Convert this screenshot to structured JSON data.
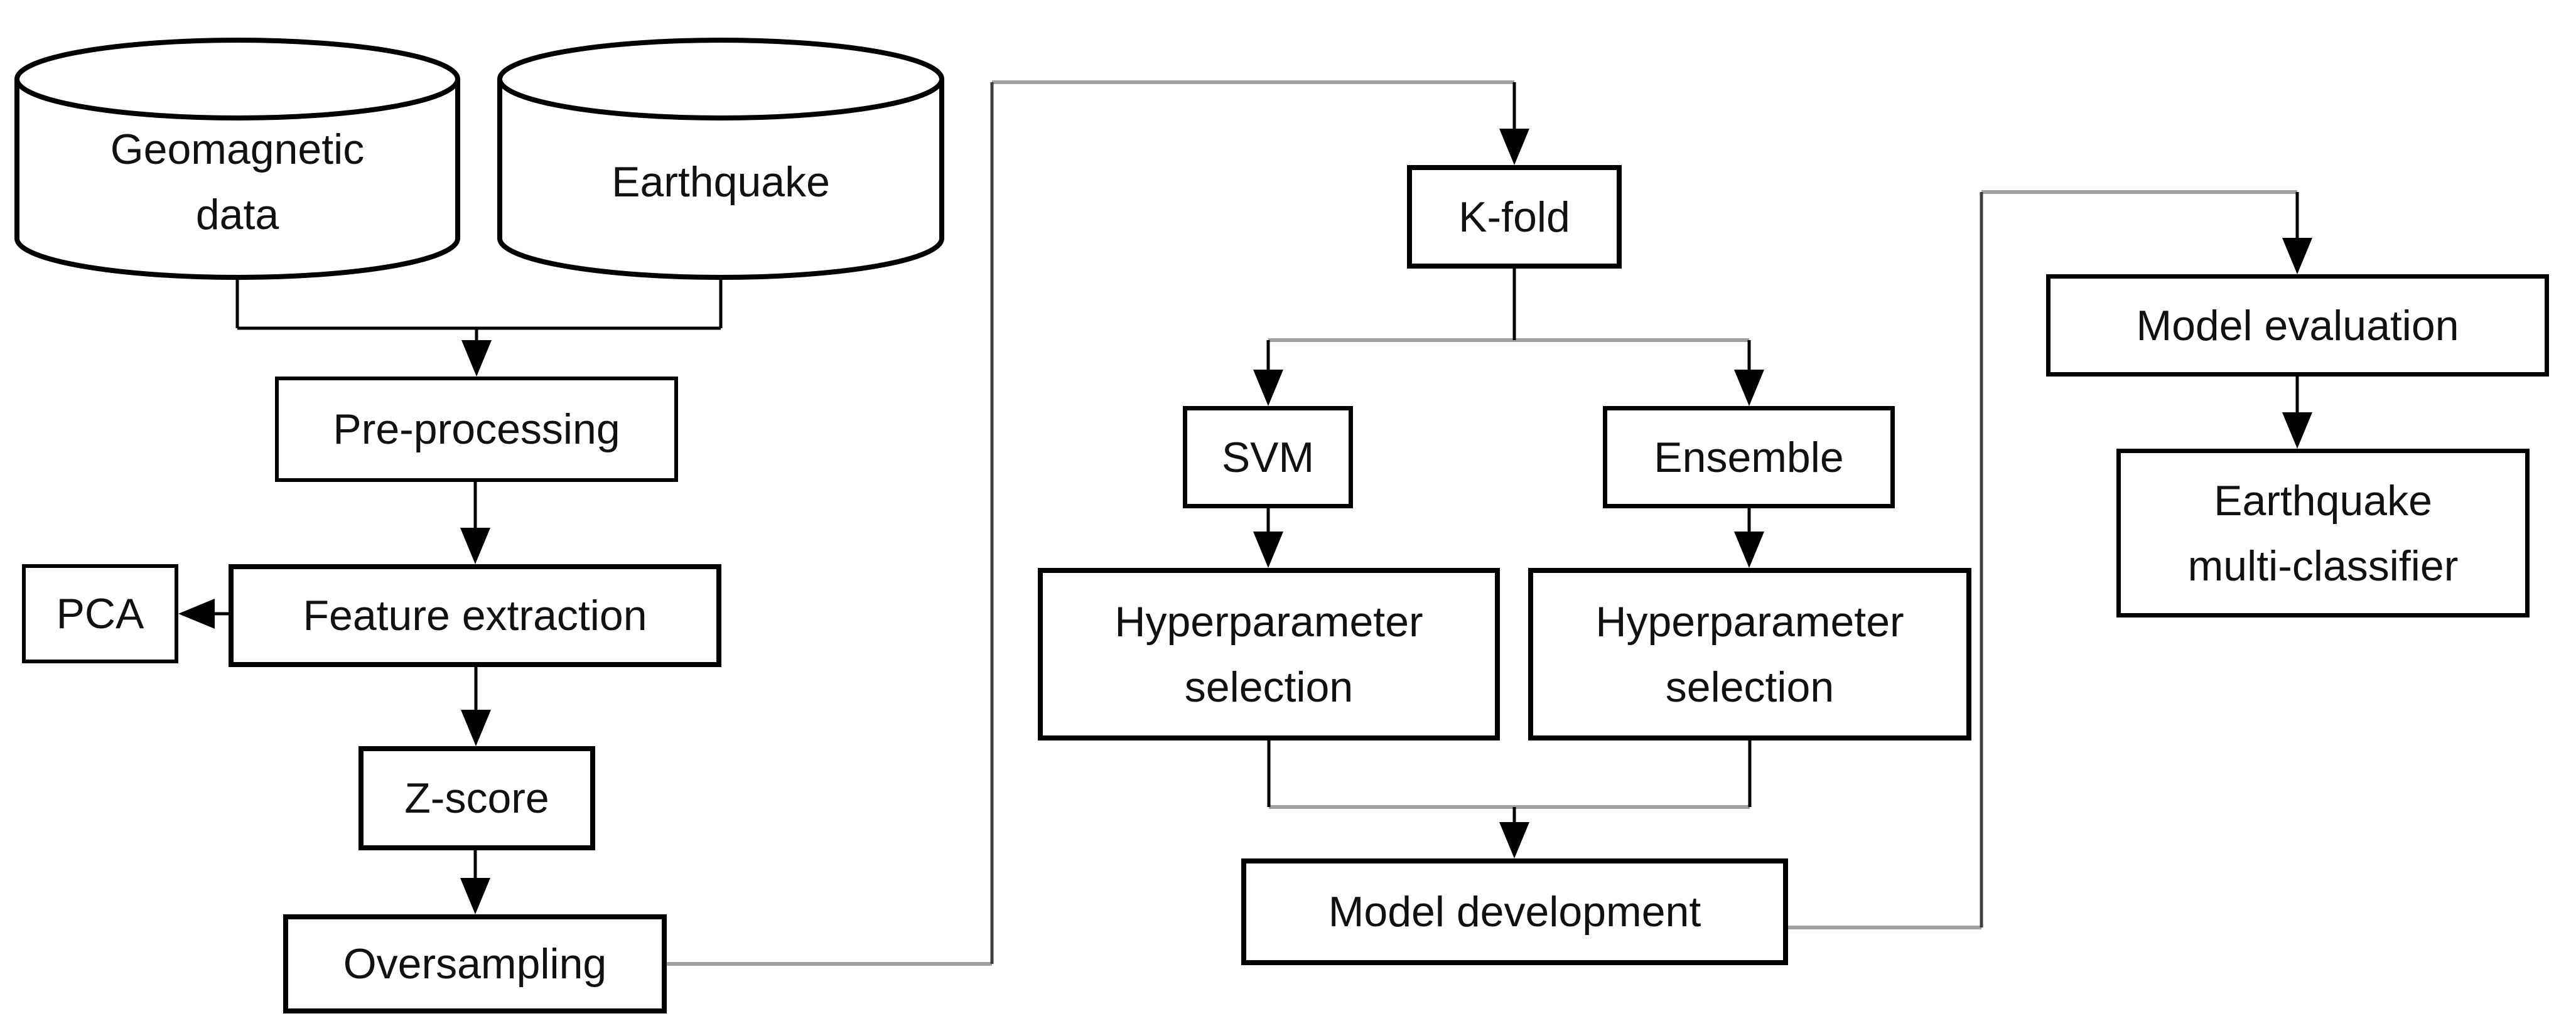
{
  "diagram": {
    "title": "Earthquake multi-classifier development flowchart",
    "nodes": {
      "geomagnetic": {
        "shape": "cylinder",
        "lines": [
          "Geomagnetic",
          "data"
        ]
      },
      "earthquake_db": {
        "shape": "cylinder",
        "label": "Earthquake"
      },
      "preprocessing": {
        "shape": "box",
        "label": "Pre-processing"
      },
      "pca": {
        "shape": "box",
        "label": "PCA"
      },
      "feature_extraction": {
        "shape": "box",
        "label": "Feature extraction"
      },
      "zscore": {
        "shape": "box",
        "label": "Z-score"
      },
      "oversampling": {
        "shape": "box",
        "label": "Oversampling"
      },
      "kfold": {
        "shape": "box",
        "label": "K-fold"
      },
      "svm": {
        "shape": "box",
        "label": "SVM"
      },
      "ensemble": {
        "shape": "box",
        "label": "Ensemble"
      },
      "hyperparameter_svm": {
        "shape": "box",
        "lines": [
          "Hyperparameter",
          "selection"
        ]
      },
      "hyperparameter_ensemble": {
        "shape": "box",
        "lines": [
          "Hyperparameter",
          "selection"
        ]
      },
      "model_development": {
        "shape": "box",
        "label": "Model development"
      },
      "model_evaluation": {
        "shape": "box",
        "label": "Model evaluation"
      },
      "earthquake_multi_classifier": {
        "shape": "box",
        "lines": [
          "Earthquake",
          "multi-classifier"
        ]
      }
    },
    "edges": [
      {
        "from": "geomagnetic",
        "to": "preprocessing"
      },
      {
        "from": "earthquake_db",
        "to": "preprocessing"
      },
      {
        "from": "preprocessing",
        "to": "feature_extraction"
      },
      {
        "from": "feature_extraction",
        "to": "pca"
      },
      {
        "from": "feature_extraction",
        "to": "zscore"
      },
      {
        "from": "zscore",
        "to": "oversampling"
      },
      {
        "from": "oversampling",
        "to": "kfold"
      },
      {
        "from": "kfold",
        "to": "svm"
      },
      {
        "from": "kfold",
        "to": "ensemble"
      },
      {
        "from": "svm",
        "to": "hyperparameter_svm"
      },
      {
        "from": "ensemble",
        "to": "hyperparameter_ensemble"
      },
      {
        "from": "hyperparameter_svm",
        "to": "model_development"
      },
      {
        "from": "hyperparameter_ensemble",
        "to": "model_development"
      },
      {
        "from": "model_development",
        "to": "model_evaluation"
      },
      {
        "from": "model_evaluation",
        "to": "earthquake_multi_classifier"
      }
    ],
    "colors": {
      "stroke_black": "#000000",
      "routing_gray": "#a0a0a0",
      "dark_vertical": "#3d3d3d",
      "background": "#ffffff",
      "text": "#111111"
    }
  }
}
